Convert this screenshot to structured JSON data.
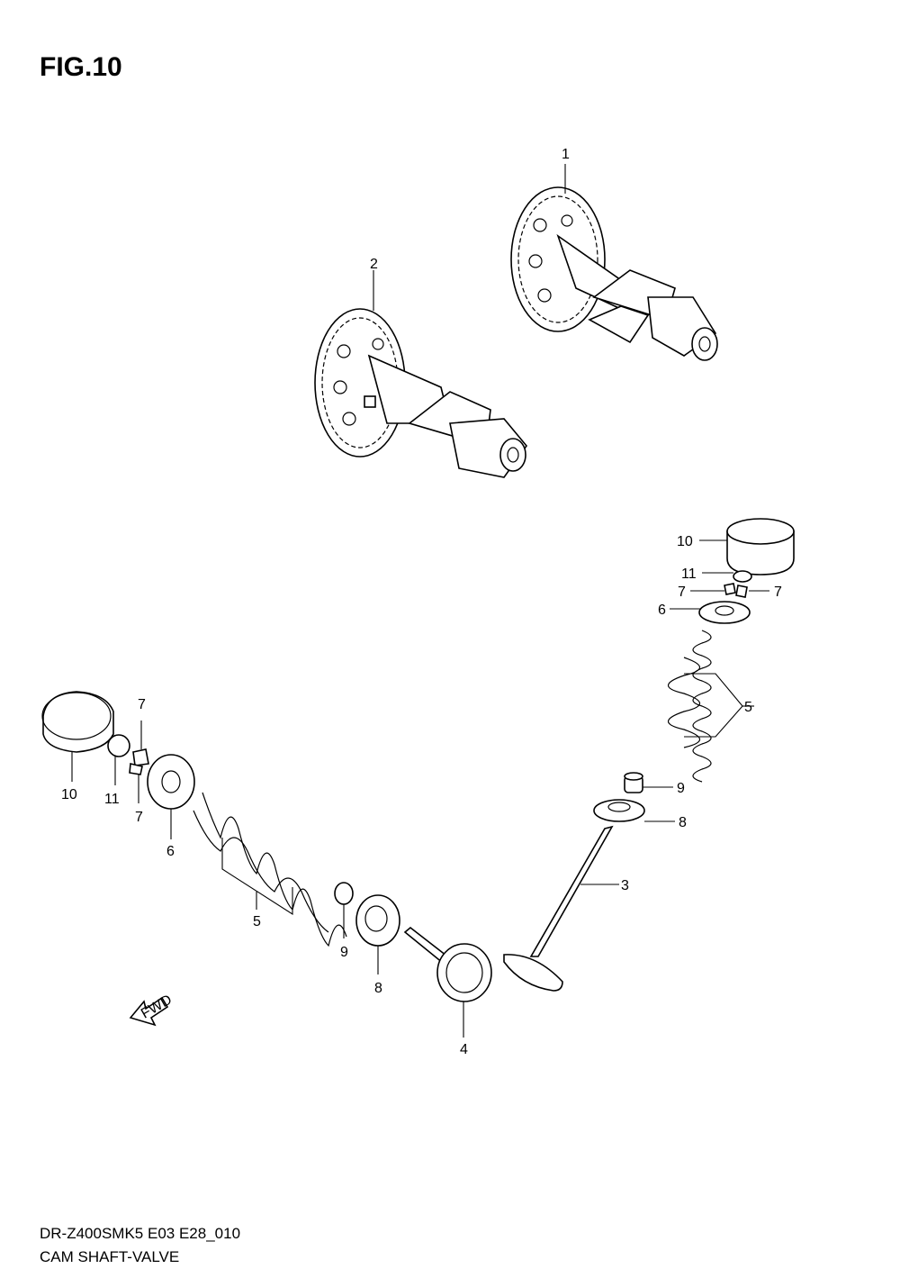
{
  "figure_title": "FIG.10",
  "footer": {
    "model_code": "DR-Z400SMK5 E03 E28_010",
    "section_name": "CAM SHAFT-VALVE"
  },
  "fwd_label": "FWD",
  "callouts": {
    "c1": "1",
    "c2": "2",
    "c3": "3",
    "c4": "4",
    "c5a": "5",
    "c5b": "5",
    "c6a": "6",
    "c6b": "6",
    "c7a": "7",
    "c7b": "7",
    "c7c": "7",
    "c7d": "7",
    "c8a": "8",
    "c8b": "8",
    "c9a": "9",
    "c9b": "9",
    "c10a": "10",
    "c10b": "10",
    "c11a": "11",
    "c11b": "11"
  }
}
